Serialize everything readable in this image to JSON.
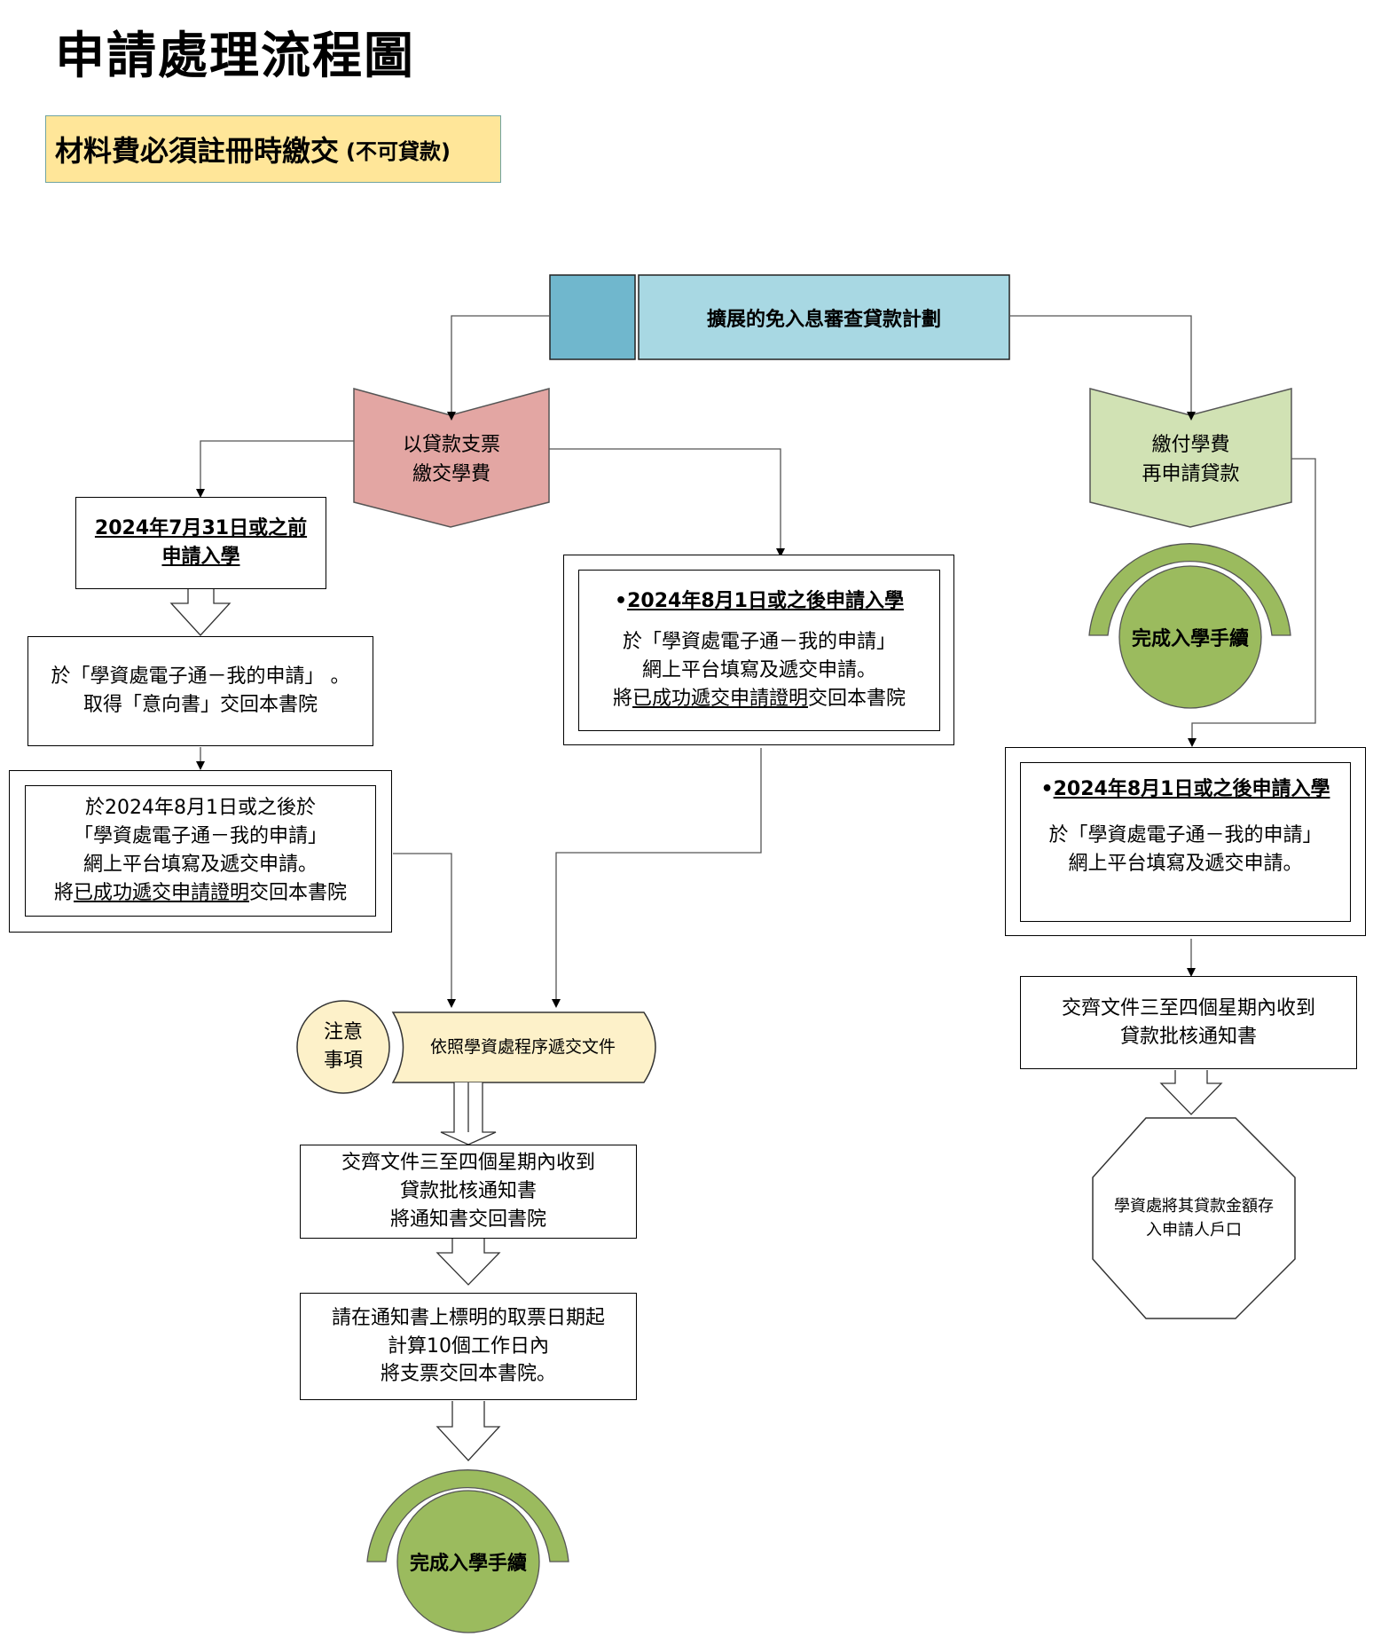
{
  "title": "申請處理流程圖",
  "banner": {
    "main": "材料費必須註冊時繳交",
    "note": "(不可貸款)"
  },
  "scheme": {
    "label": "擴展的免入息審查貸款計劃"
  },
  "branch_cheque": {
    "line1": "以貸款支票",
    "line2": "繳交學費"
  },
  "branch_fee": {
    "line1": "繳付學費",
    "line2": "再申請貸款"
  },
  "before_date": {
    "line1": "2024年7月31日或之前",
    "line2": "申請入學"
  },
  "intent_letter": {
    "line1": "於「學資處電子通－我的申請」 。",
    "line2": "取得「意向書」交回本書院"
  },
  "submit_after": {
    "line1": "於2024年8月1日或之後於",
    "line2": "「學資處電子通－我的申請」",
    "line3": "網上平台填寫及遞交申請。",
    "line4_prefix": "將",
    "line4_underline": "已成功遞交申請證明",
    "line4_suffix": "交回本書院"
  },
  "after_date_mid": {
    "heading_bullet": "•",
    "heading": "2024年8月1日或之後申請入學",
    "line1": "於「學資處電子通－我的申請」",
    "line2": "網上平台填寫及遞交申請。",
    "line3_prefix": "將",
    "line3_underline": "已成功遞交申請證明",
    "line3_suffix": "交回本書院"
  },
  "after_date_right": {
    "heading_bullet": "•",
    "heading": "2024年8月1日或之後申請入學",
    "line1": "於「學資處電子通－我的申請」",
    "line2": "網上平台填寫及遞交申請。"
  },
  "notice": {
    "line1": "注意",
    "line2": "事項"
  },
  "submit_docs": {
    "text": "依照學資處程序遞交文件"
  },
  "approval_left": {
    "line1": "交齊文件三至四個星期內收到",
    "line2": "貸款批核通知書",
    "line3": "將通知書交回書院"
  },
  "cheque_return": {
    "line1": "請在通知書上標明的取票日期起",
    "line2": "計算10個工作日內",
    "line3": "將支票交回本書院。"
  },
  "approval_right": {
    "line1": "交齊文件三至四個星期內收到",
    "line2": "貸款批核通知書"
  },
  "deposit": {
    "line1": "學資處將其貸款金額存",
    "line2": "入申請人戶口"
  },
  "complete_right": {
    "text": "完成入學手續"
  },
  "complete_bottom": {
    "text": "完成入學手續"
  },
  "colors": {
    "banner_fill": "#ffe699",
    "scheme_dark": "#70b7cd",
    "scheme_light": "#a8d8e3",
    "cheque_fill": "#e3a6a3",
    "fee_fill": "#d1e2b4",
    "complete_fill": "#9bbb5e",
    "notice_fill": "#fdf1c9"
  }
}
